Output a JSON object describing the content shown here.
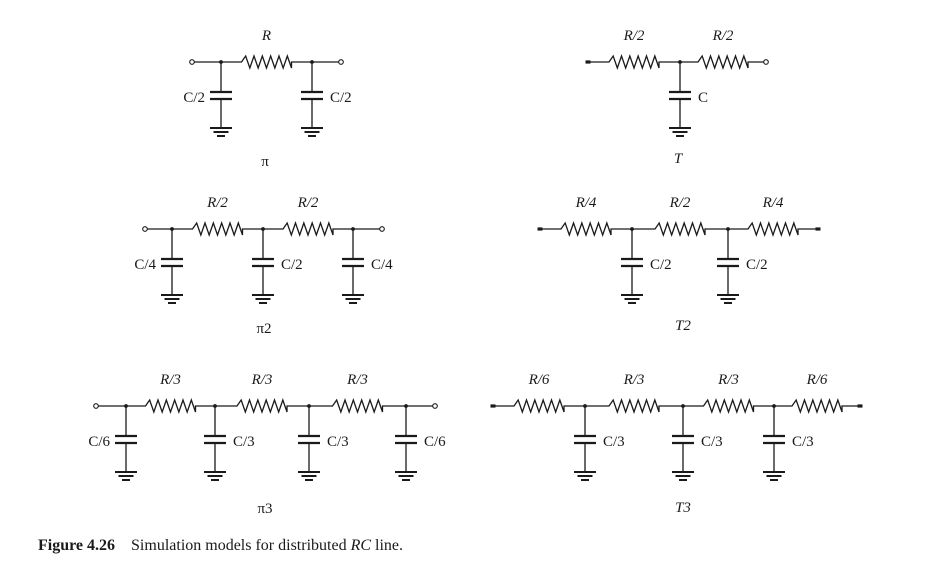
{
  "figure": {
    "number": "Figure 4.26",
    "caption_pre": "Simulation models for distributed ",
    "caption_italic": "RC",
    "caption_post": " line."
  },
  "circuits": [
    {
      "id": "pi",
      "name": "π",
      "resistors": [
        "R"
      ],
      "capacitors": [
        "C/2",
        "C/2"
      ]
    },
    {
      "id": "t",
      "name": "T",
      "resistors": [
        "R/2",
        "R/2"
      ],
      "capacitors": [
        "C"
      ]
    },
    {
      "id": "pi2",
      "name": "π2",
      "resistors": [
        "R/2",
        "R/2"
      ],
      "capacitors": [
        "C/4",
        "C/2",
        "C/4"
      ]
    },
    {
      "id": "t2",
      "name": "T2",
      "resistors": [
        "R/4",
        "R/2",
        "R/4"
      ],
      "capacitors": [
        "C/2",
        "C/2"
      ]
    },
    {
      "id": "pi3",
      "name": "π3",
      "resistors": [
        "R/3",
        "R/3",
        "R/3"
      ],
      "capacitors": [
        "C/6",
        "C/3",
        "C/3",
        "C/6"
      ]
    },
    {
      "id": "t3",
      "name": "T3",
      "resistors": [
        "R/6",
        "R/3",
        "R/3",
        "R/6"
      ],
      "capacitors": [
        "C/3",
        "C/3",
        "C/3"
      ]
    }
  ]
}
